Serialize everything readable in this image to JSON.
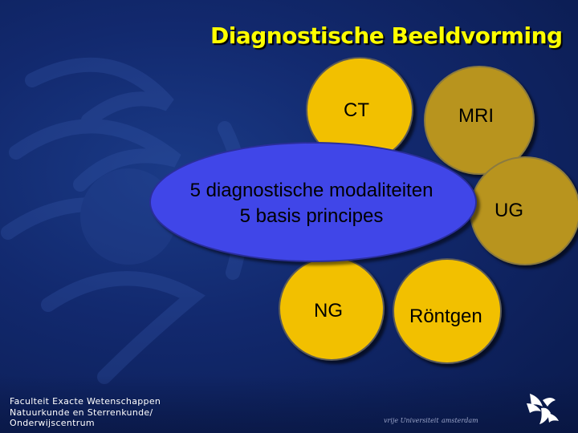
{
  "title": "Diagnostische Beeldvorming",
  "center": {
    "line1": "5 diagnostische modaliteiten",
    "line2": "5 basis principes"
  },
  "modalities": {
    "ct": "CT",
    "mri": "MRI",
    "ug": "UG",
    "ng": "NG",
    "rontgen": "Röntgen"
  },
  "footer": {
    "line1": "Faculteit Exacte Wetenschappen",
    "line2": "Natuurkunde en Sterrenkunde/",
    "line3": "Onderwijscentrum"
  },
  "logo": {
    "left": "vrije Universiteit",
    "right": "amsterdam"
  },
  "colors": {
    "background": "#12296e",
    "title": "#ffff00",
    "circle_bright": "#f2c000",
    "circle_dim": "#b8941e",
    "center_ellipse": "#4046e8"
  }
}
